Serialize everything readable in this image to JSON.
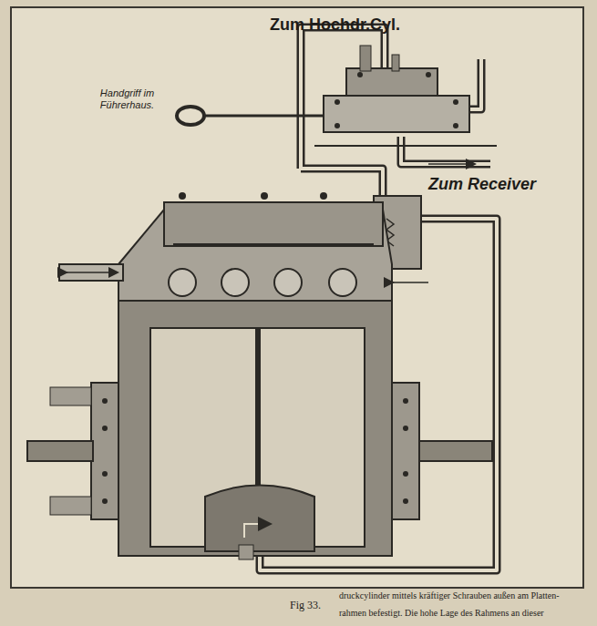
{
  "diagram": {
    "caption": "Fig 33.",
    "labels": [
      "Zum Hochdr.Cyl.",
      "Handgriff im Führerhaus.",
      "Zum Receiver",
      "druckcylinder mittels kräftiger Schrauben außen am Platten-",
      "rahmen befestigt. Die hohe Lage des Rahmens an dieser"
    ]
  }
}
